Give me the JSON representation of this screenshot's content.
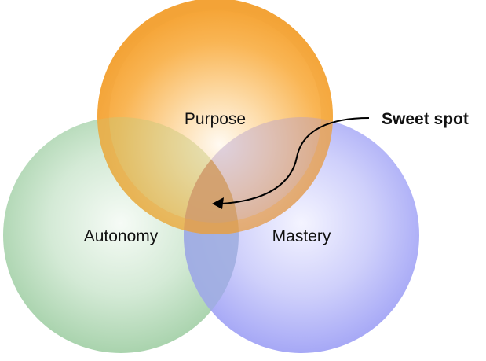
{
  "diagram": {
    "type": "venn",
    "sets": [
      {
        "key": "purpose",
        "label": "Purpose",
        "color": "#f5a436",
        "center_color": "#fff8ee"
      },
      {
        "key": "autonomy",
        "label": "Autonomy",
        "color": "#a9d3ad",
        "center_color": "#f6fbf6"
      },
      {
        "key": "mastery",
        "label": "Mastery",
        "color": "#a9abf5",
        "center_color": "#f4f4ff"
      }
    ],
    "annotation": {
      "label": "Sweet spot",
      "points_to": "intersection of Purpose, Autonomy and Mastery",
      "arrow_color": "#000000"
    }
  }
}
